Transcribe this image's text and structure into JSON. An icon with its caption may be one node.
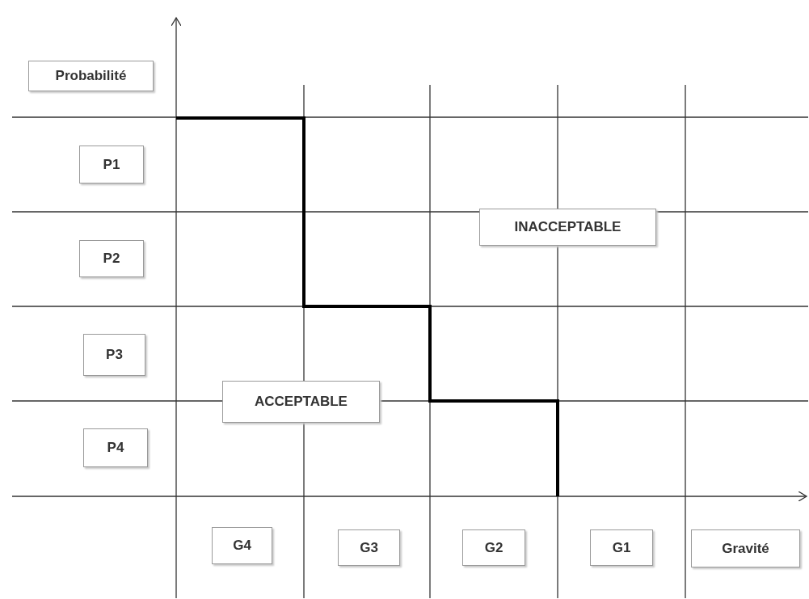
{
  "diagram": {
    "nodes": [
      {
        "text": [
          "Probabilité"
        ]
      },
      {
        "text": [
          "P1"
        ]
      },
      {
        "text": [
          "P2"
        ]
      },
      {
        "text": [
          "INACCEPTABLE"
        ]
      },
      {
        "text": [
          "P3"
        ]
      },
      {
        "text": [
          "ACCEPTABLE"
        ]
      },
      {
        "text": [
          "P4"
        ]
      },
      {
        "text": [
          "G4"
        ]
      },
      {
        "text": [
          "G3"
        ]
      },
      {
        "text": [
          "G2"
        ]
      },
      {
        "text": [
          "G1"
        ]
      },
      {
        "text": [
          "Gravité"
        ]
      }
    ],
    "edges": []
  }
}
